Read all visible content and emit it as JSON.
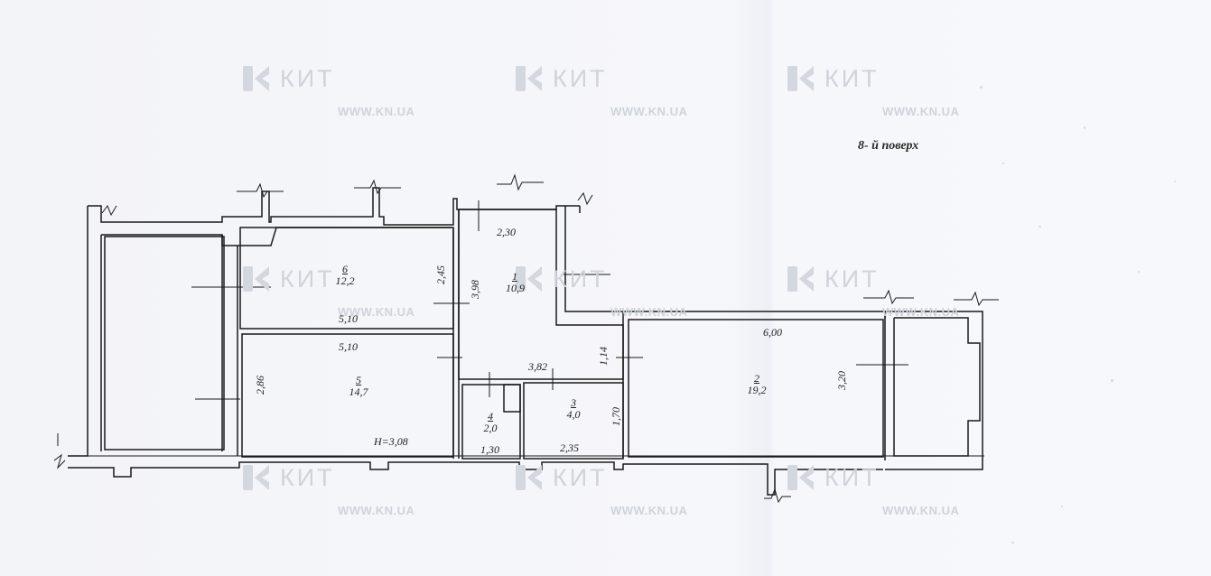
{
  "floor_label": "8- й поверх",
  "watermark": {
    "brand": "КИТ",
    "url": "WWW.KN.UA"
  },
  "rooms": [
    {
      "id": "1",
      "area": "10,9"
    },
    {
      "id": "2",
      "area": "19,2"
    },
    {
      "id": "3",
      "area": "4,0"
    },
    {
      "id": "4",
      "area": "2,0"
    },
    {
      "id": "5",
      "area": "14,7"
    },
    {
      "id": "6",
      "area": "12,2"
    }
  ],
  "dimensions": {
    "d_2_30": "2,30",
    "d_3_98": "3,98",
    "d_2_45": "2,45",
    "d_5_10_top": "5,10",
    "d_5_10_bottom": "5,10",
    "d_2_86": "2,86",
    "d_3_82": "3,82",
    "d_1_14": "1,14",
    "d_1_70": "1,70",
    "d_1_30": "1,30",
    "d_2_35": "2,35",
    "d_6_00": "6,00",
    "d_3_20": "3,20"
  },
  "ceiling_height": "H=3,08"
}
